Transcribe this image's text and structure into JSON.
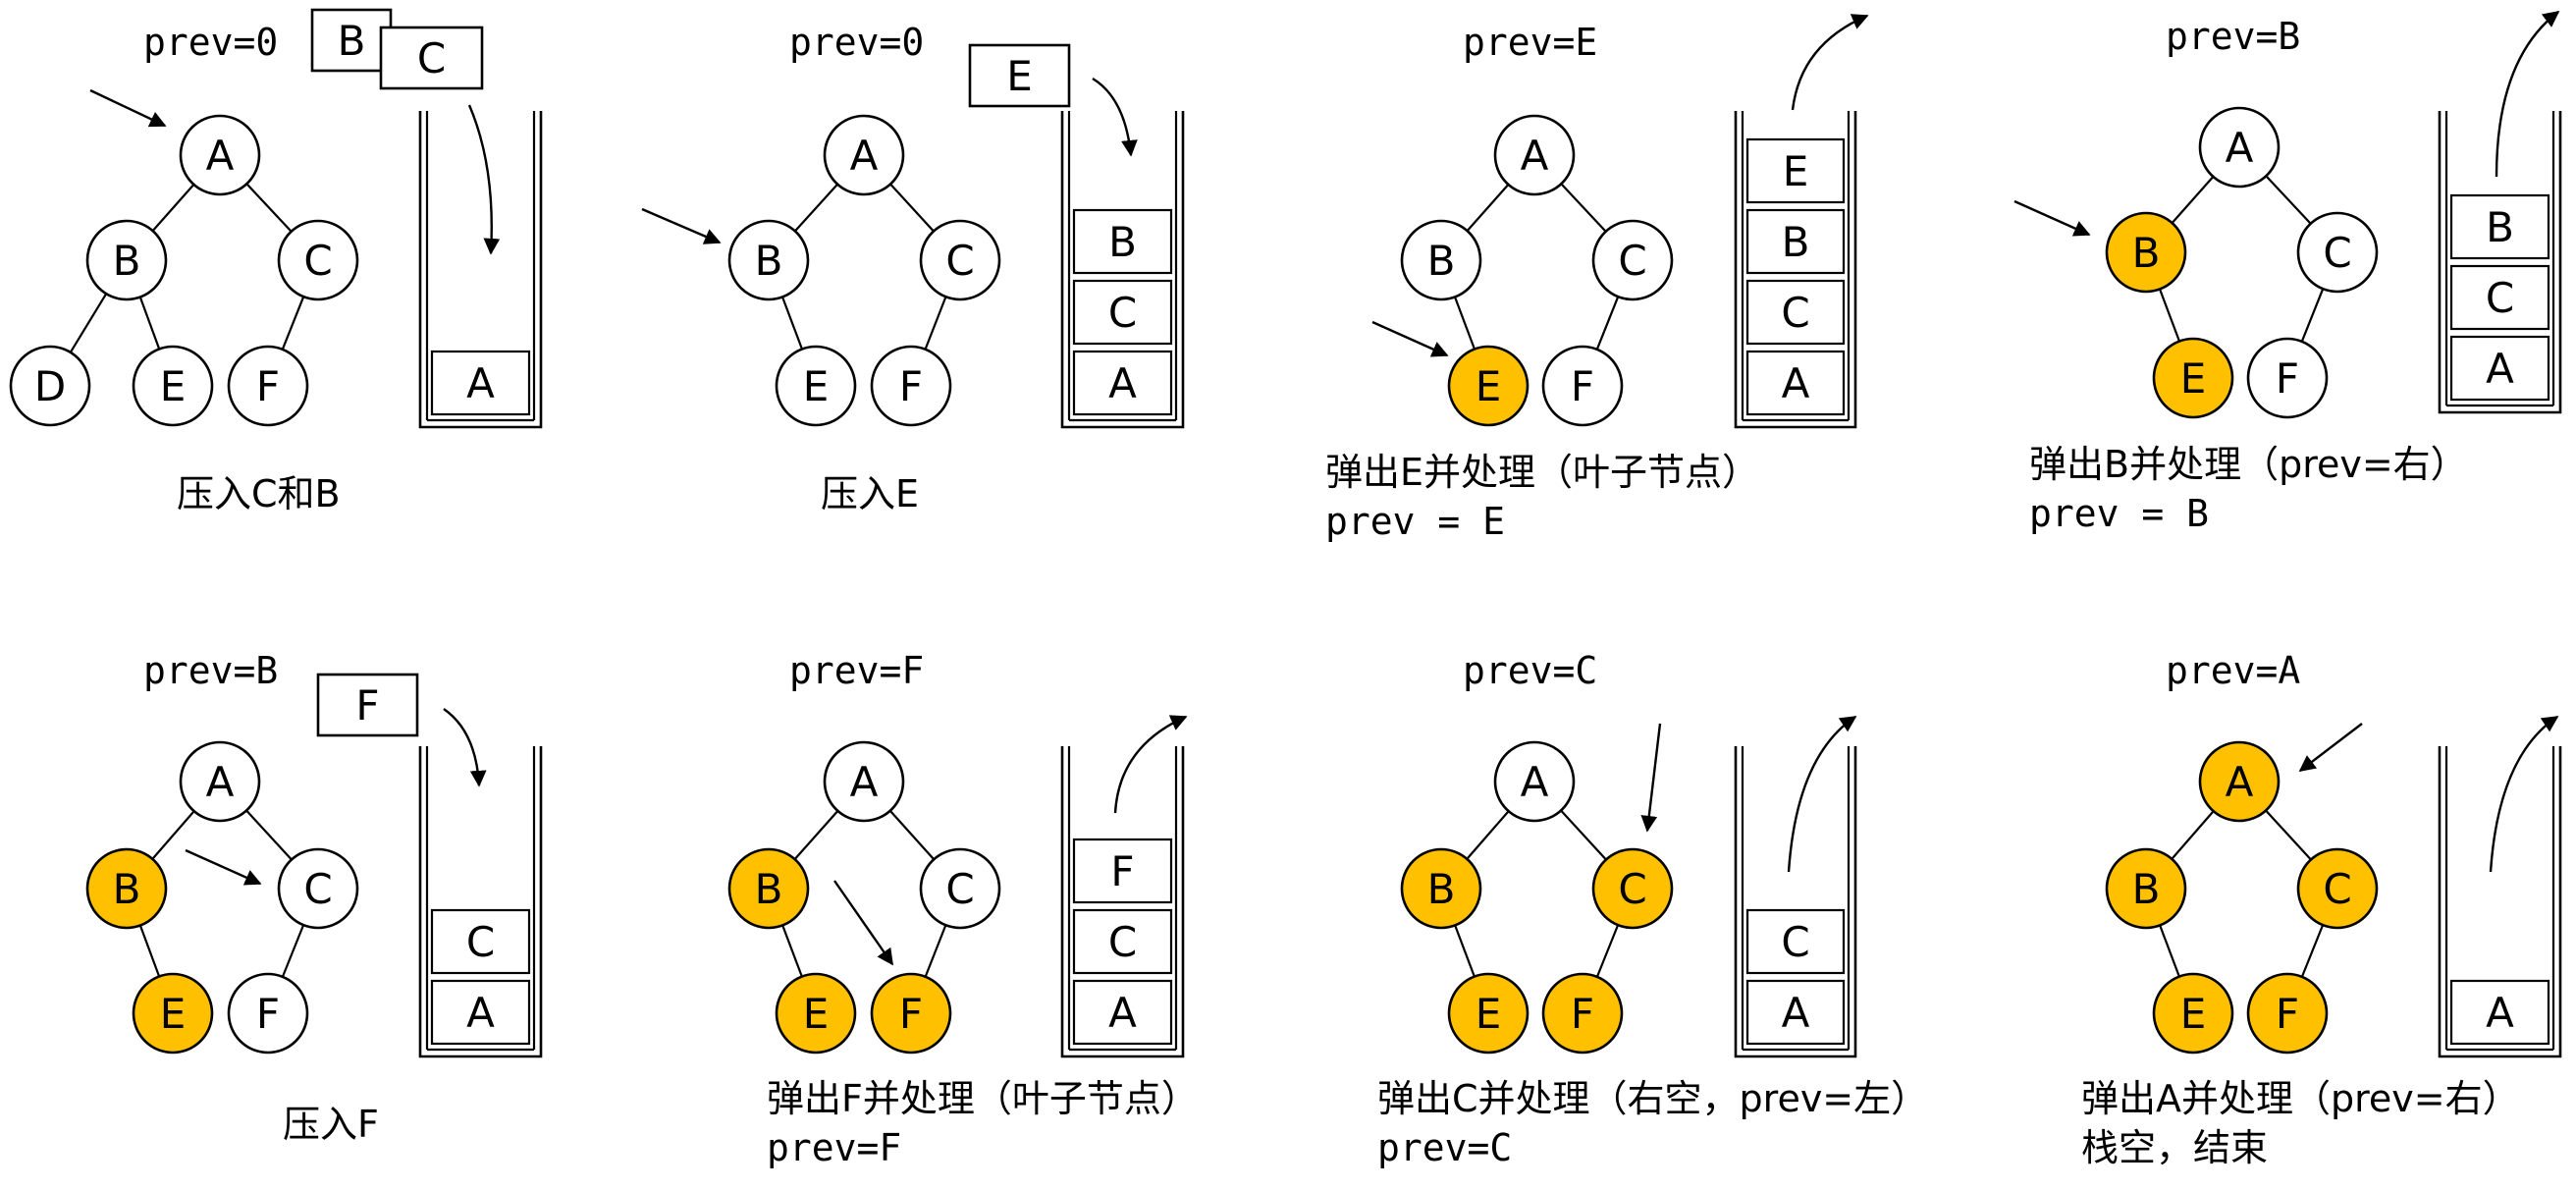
{
  "colors": {
    "highlight": "#FFC000",
    "normal": "#ffffff",
    "line": "#000000"
  },
  "panels": [
    {
      "id": "p1",
      "prev": "prev=0",
      "caption": [
        "压入C和B"
      ],
      "nodes": {
        "A": "n",
        "B": "n",
        "C": "n",
        "D": "n",
        "E": "n",
        "F": "n"
      },
      "stack": [
        "A"
      ],
      "incoming": [
        "B",
        "C"
      ]
    },
    {
      "id": "p2",
      "prev": "prev=0",
      "caption": [
        "压入E"
      ],
      "nodes": {
        "A": "n",
        "B": "n",
        "C": "n",
        "E": "n",
        "F": "n"
      },
      "stack": [
        "B",
        "C",
        "A"
      ],
      "incoming": [
        "E"
      ]
    },
    {
      "id": "p3",
      "prev": "prev=E",
      "caption": [
        "弹出E并处理（叶子节点）",
        "prev = E"
      ],
      "nodes": {
        "A": "n",
        "B": "n",
        "C": "n",
        "E": "h",
        "F": "n"
      },
      "stack": [
        "E",
        "B",
        "C",
        "A"
      ],
      "incoming": []
    },
    {
      "id": "p4",
      "prev": "prev=B",
      "caption": [
        "弹出B并处理（prev=右）",
        "prev = B"
      ],
      "nodes": {
        "A": "n",
        "B": "h",
        "C": "n",
        "E": "h",
        "F": "n"
      },
      "stack": [
        "B",
        "C",
        "A"
      ],
      "incoming": []
    },
    {
      "id": "p5",
      "prev": "prev=B",
      "caption": [
        "压入F"
      ],
      "nodes": {
        "A": "n",
        "B": "h",
        "C": "n",
        "E": "h",
        "F": "n"
      },
      "stack": [
        "C",
        "A"
      ],
      "incoming": [
        "F"
      ]
    },
    {
      "id": "p6",
      "prev": "prev=F",
      "caption": [
        "弹出F并处理（叶子节点）",
        "prev=F"
      ],
      "nodes": {
        "A": "n",
        "B": "h",
        "C": "n",
        "E": "h",
        "F": "h"
      },
      "stack": [
        "F",
        "C",
        "A"
      ],
      "incoming": []
    },
    {
      "id": "p7",
      "prev": "prev=C",
      "caption": [
        "弹出C并处理（右空，prev=左）",
        "prev=C"
      ],
      "nodes": {
        "A": "n",
        "B": "h",
        "C": "h",
        "E": "h",
        "F": "h"
      },
      "stack": [
        "C",
        "A"
      ],
      "incoming": []
    },
    {
      "id": "p8",
      "prev": "prev=A",
      "caption": [
        "弹出A并处理（prev=右）",
        "栈空，结束"
      ],
      "nodes": {
        "A": "h",
        "B": "h",
        "C": "h",
        "E": "h",
        "F": "h"
      },
      "stack": [
        "A"
      ],
      "incoming": []
    }
  ]
}
